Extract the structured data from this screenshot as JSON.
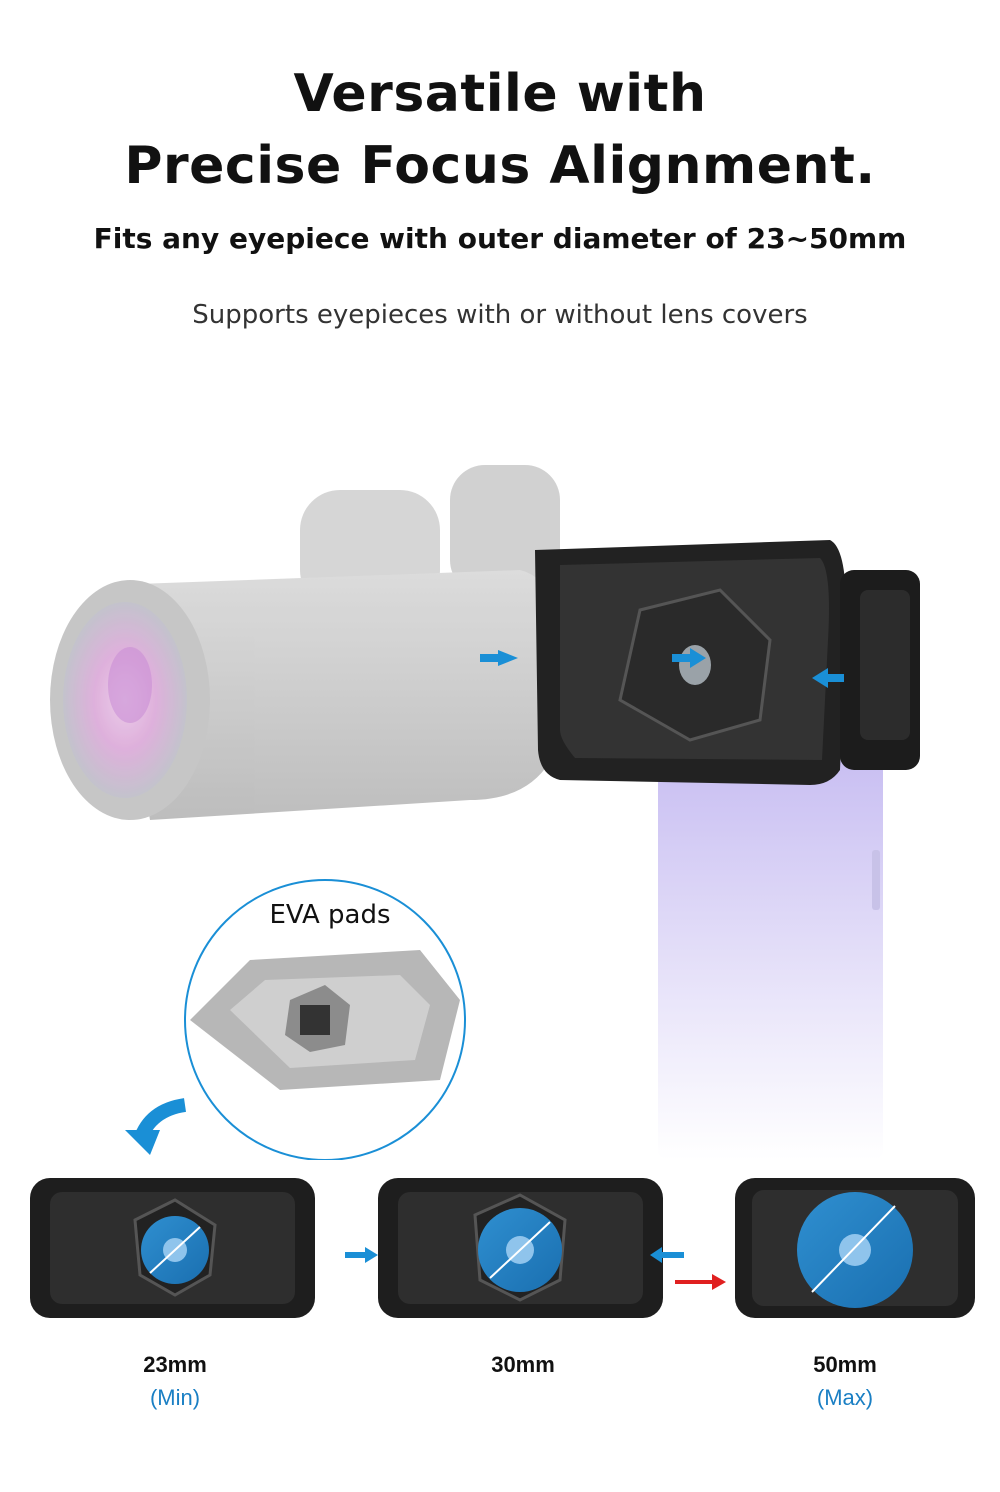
{
  "header": {
    "title_line1": "Versatile with",
    "title_line2": "Precise Focus Alignment.",
    "subtitle": "Fits any eyepiece with outer diameter of 23~50mm",
    "note": "Supports eyepieces with or without lens covers"
  },
  "inset": {
    "label": "EVA pads"
  },
  "sizes": [
    {
      "label": "23mm",
      "sub": "(Min)"
    },
    {
      "label": "30mm",
      "sub": ""
    },
    {
      "label": "50mm",
      "sub": "(Max)"
    }
  ],
  "colors": {
    "accent_blue": "#1a8fd6",
    "sub_label_blue": "#1a7fc4",
    "arrow_red": "#e02020",
    "phone_purple": "#cfc6f3"
  }
}
